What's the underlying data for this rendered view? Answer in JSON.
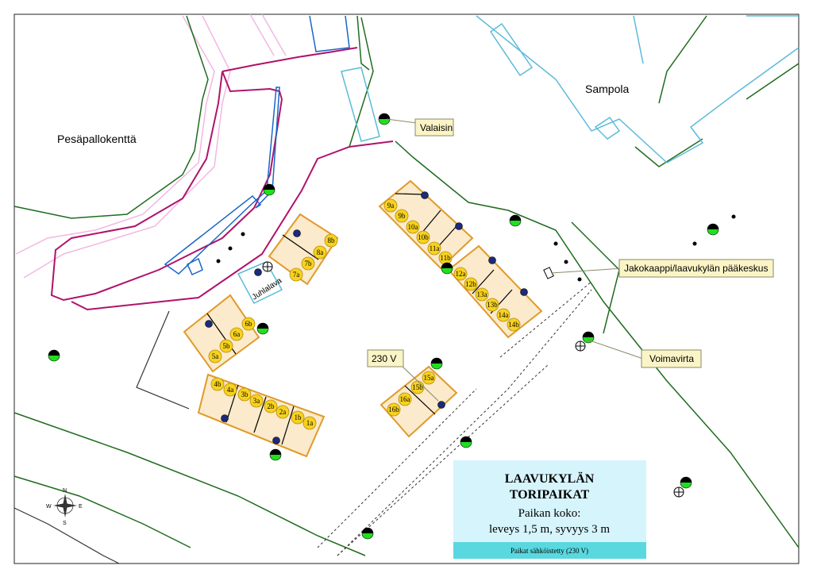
{
  "places": {
    "field": "Pesäpallokenttä",
    "building": "Sampola",
    "stage": "Juhlalava"
  },
  "callouts": {
    "lamp": "Valaisin",
    "cabinet": "Jakokaappi/laavukylän pääkeskus",
    "power": "Voimavirta",
    "voltage": "230 V"
  },
  "legend": {
    "title_line1": "LAAVUKYLÄN",
    "title_line2": "TORIPAIKAT",
    "size_heading": "Paikan koko:",
    "size_text": "leveys 1,5 m, syvyys 3 m",
    "footer": "Paikat sähköistetty (230 V)",
    "bg_color": "#d6f4fb",
    "footer_color": "#5ad8e0"
  },
  "compass": {
    "n": "N",
    "e": "E",
    "s": "S",
    "w": "W"
  },
  "stall_labels": [
    "1a",
    "1b",
    "2a",
    "2b",
    "3a",
    "3b",
    "4a",
    "4b",
    "5a",
    "5b",
    "6a",
    "6b",
    "7a",
    "7b",
    "8a",
    "8b",
    "9a",
    "9b",
    "10a",
    "10b",
    "11a",
    "11b",
    "12a",
    "12b",
    "13a",
    "13b",
    "14a",
    "14b",
    "15a",
    "15b",
    "16a",
    "16b"
  ],
  "colors": {
    "stall_fill": "#fbeacb",
    "stall_border": "#e09a2a",
    "slot_fill": "#f7d21e",
    "road": "#b0136b",
    "path_green": "#1f6b1f",
    "building_blue": "#5bbbd9",
    "dark_blue": "#1a66c8",
    "pink": "#f3b7e3"
  }
}
